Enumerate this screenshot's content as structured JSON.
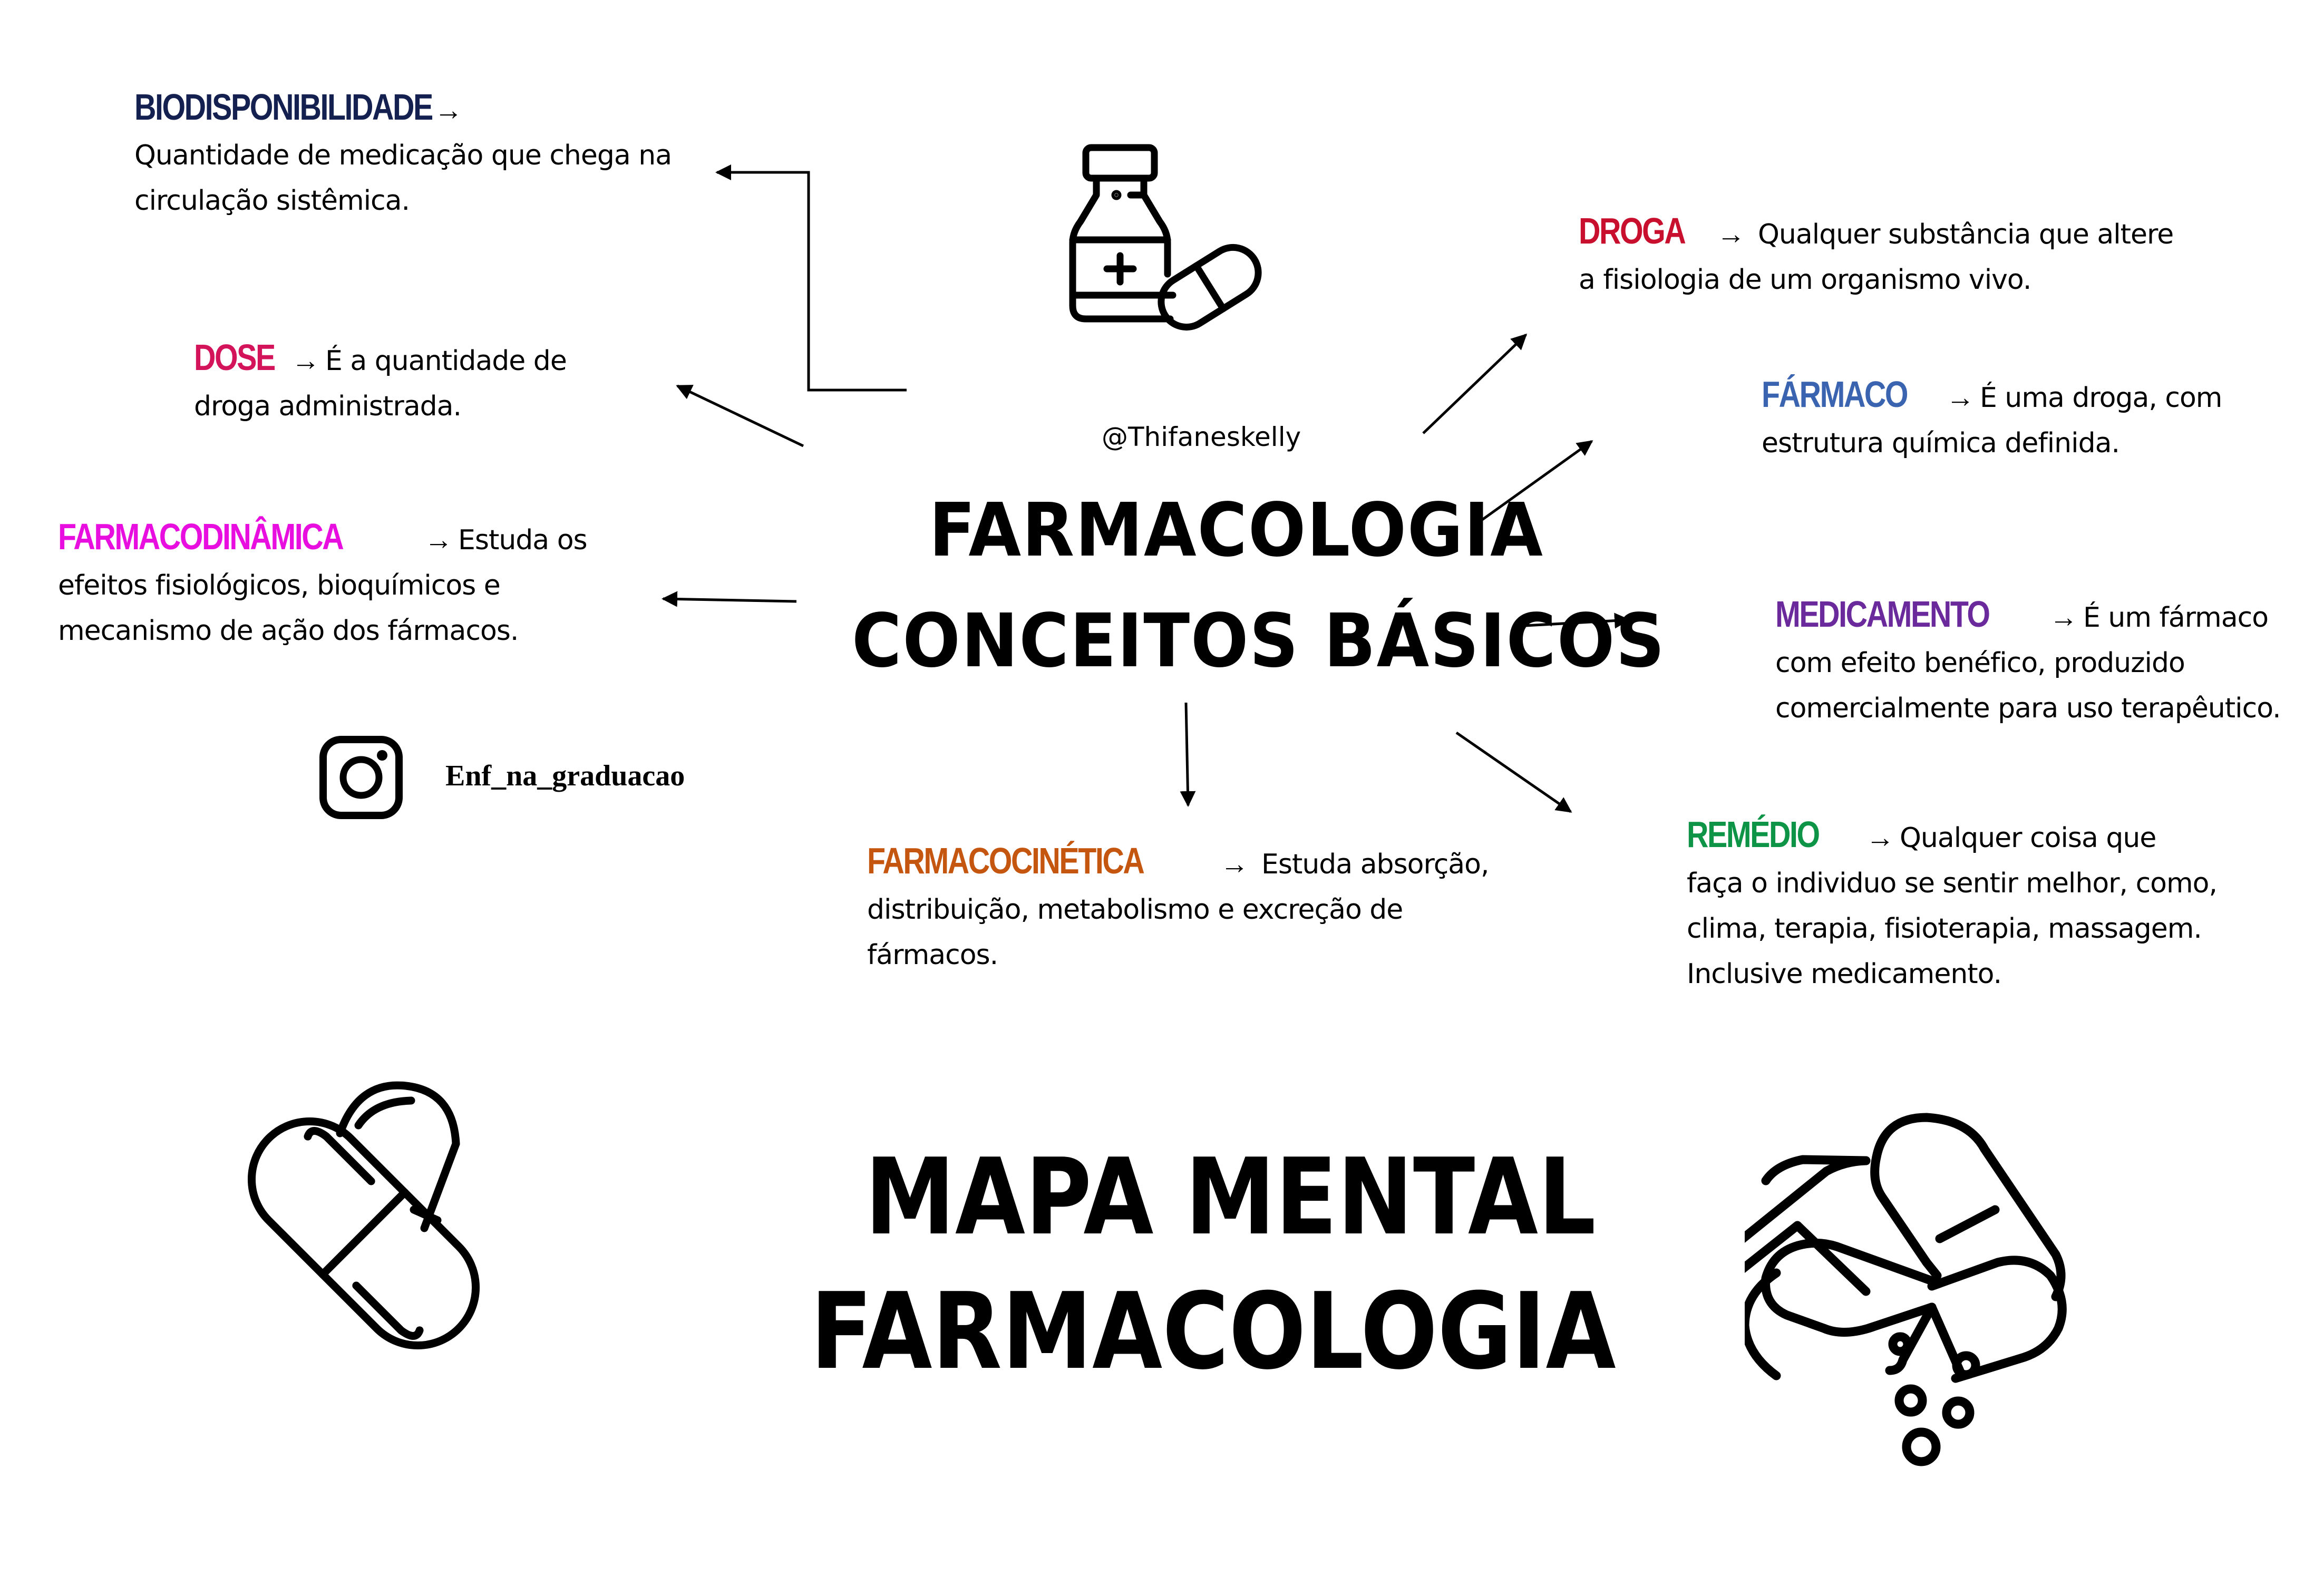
{
  "title": {
    "line1": "FARMACOLOGIA",
    "line2": "CONCEITOS BÁSICOS"
  },
  "author_handle": "@Thifaneskelly",
  "instagram": {
    "icon": "instagram-icon",
    "label": "Enf_na_graduacao"
  },
  "footer_title": {
    "line1": "MAPA MENTAL",
    "line2": "FARMACOLOGIA"
  },
  "arrow_symbol": "→",
  "colors": {
    "biodisponibilidade": "#14204f",
    "dose": "#d4145a",
    "farmacodinamica": "#e80ee0",
    "farmacocinetica": "#c5560f",
    "droga": "#c8102e",
    "farmaco": "#3b64b0",
    "medicamento": "#6a2a9c",
    "remedio": "#0e9447"
  },
  "concepts": {
    "biodisponibilidade": {
      "term": "BIODISPONIBILIDADE",
      "lines": [
        "",
        "Quantidade de medicação que chega na",
        "circulação sistêmica."
      ]
    },
    "dose": {
      "term": "DOSE",
      "lines": [
        "É a quantidade de",
        "droga administrada."
      ]
    },
    "farmacodinamica": {
      "term": "FARMACODINÂMICA",
      "lines": [
        "Estuda os",
        "efeitos fisiológicos, bioquímicos e",
        "mecanismo de ação dos fármacos."
      ]
    },
    "farmacocinetica": {
      "term": "FARMACOCINÉTICA",
      "lines": [
        "Estuda absorção,",
        "distribuição, metabolismo e excreção de",
        "fármacos."
      ]
    },
    "droga": {
      "term": "DROGA",
      "lines": [
        "Qualquer substância que altere",
        "a fisiologia de um organismo vivo."
      ]
    },
    "farmaco": {
      "term": "FÁRMACO",
      "lines": [
        "É uma droga, com",
        "estrutura química definida."
      ]
    },
    "medicamento": {
      "term": "MEDICAMENTO",
      "lines": [
        "É um fármaco",
        "com efeito benéfico, produzido",
        "comercialmente para uso terapêutico."
      ]
    },
    "remedio": {
      "term": "REMÉDIO",
      "lines": [
        "Qualquer coisa que",
        "faça o individuo se sentir melhor, como,",
        "clima, terapia, fisioterapia, massagem.",
        "Inclusive medicamento."
      ]
    }
  },
  "icons": [
    "medicine-bottle-icon",
    "capsule-pills-icon",
    "open-capsules-icon",
    "instagram-icon"
  ]
}
